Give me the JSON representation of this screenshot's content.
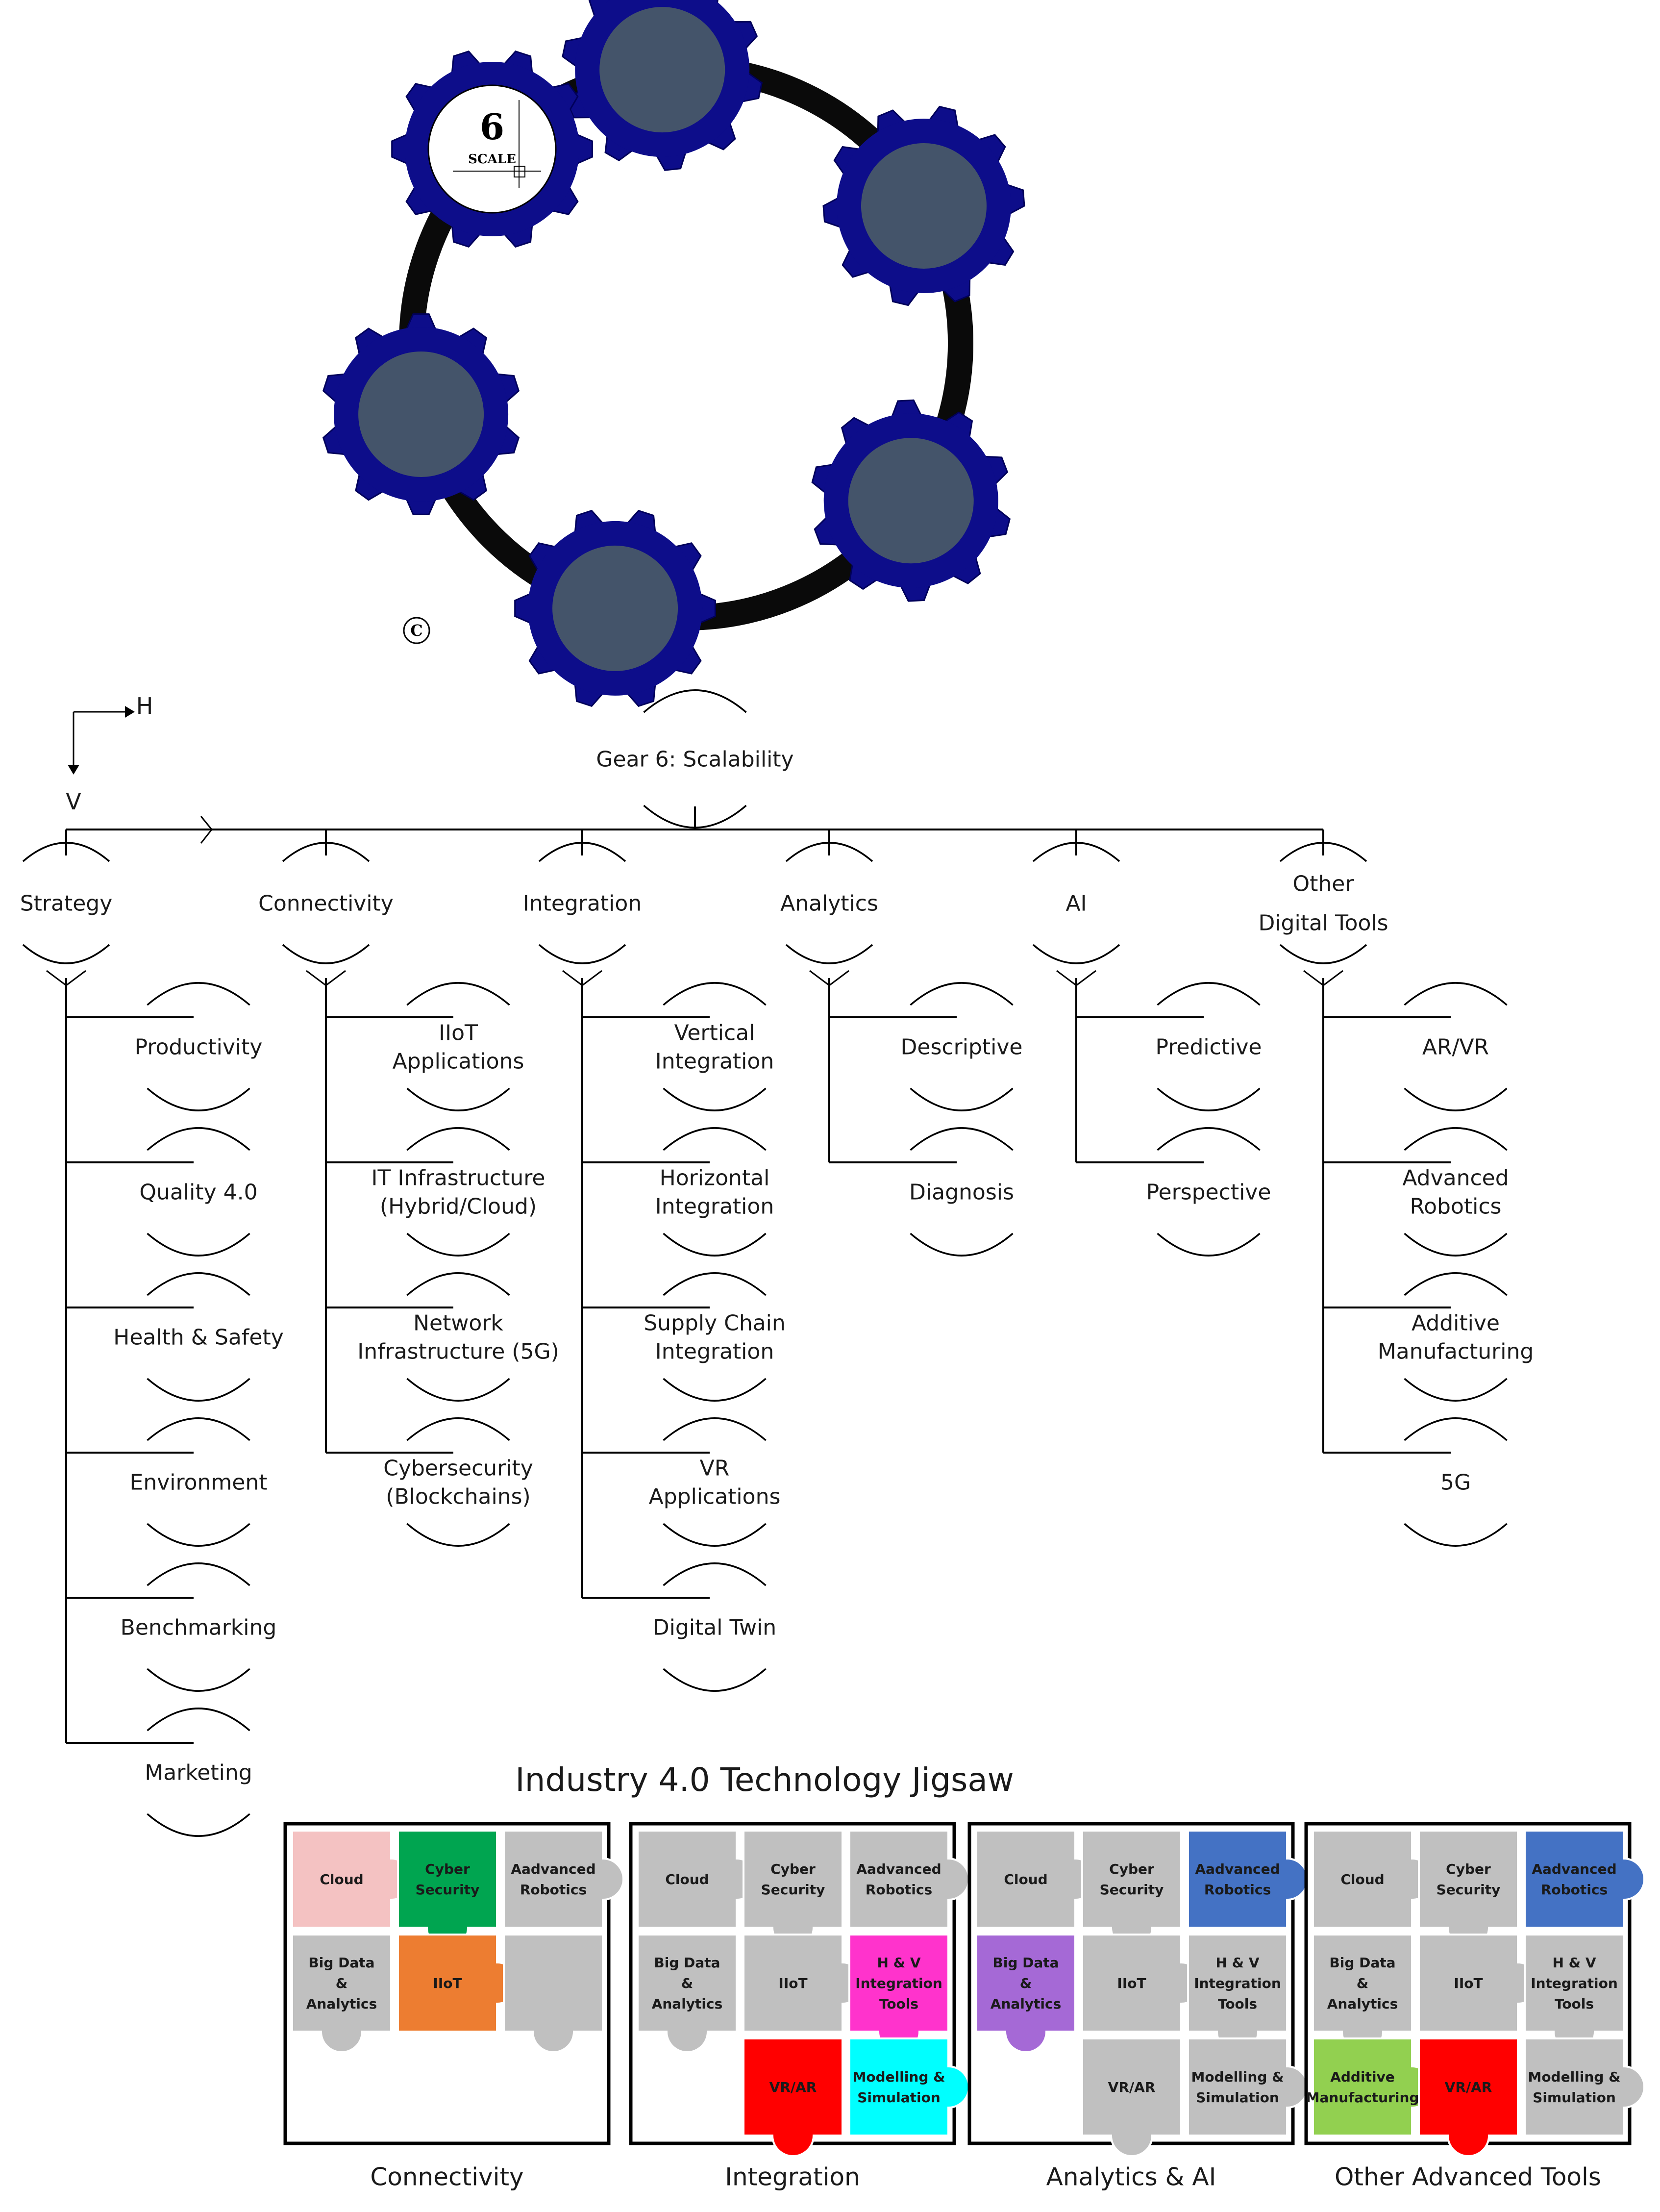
{
  "gears": {
    "badge_number": "6",
    "badge_text": "SCALE",
    "copyright_symbol": "C",
    "colors": {
      "gear": "#0d0d8a",
      "hub": "#44546a",
      "chain": "#0a0a0a",
      "badge": "#ffffff"
    }
  },
  "axes_legend": {
    "h": "H",
    "v": "V"
  },
  "tree": {
    "root": "Gear 6: Scalability",
    "columns": [
      {
        "name": "Strategy",
        "items": [
          "Productivity",
          "Quality 4.0",
          "Health & Safety",
          "Environment",
          "Benchmarking",
          "Marketing"
        ]
      },
      {
        "name": "Connectivity",
        "items": [
          "IIoT\nApplications",
          "IT Infrastructure\n(Hybrid/Cloud)",
          "Network\nInfrastructure (5G)",
          "Cybersecurity\n(Blockchains)"
        ]
      },
      {
        "name": "Integration",
        "items": [
          "Vertical\nIntegration",
          "Horizontal\nIntegration",
          "Supply Chain\nIntegration",
          "VR\nApplications",
          "Digital Twin"
        ]
      },
      {
        "name": "Analytics",
        "items": [
          "Descriptive",
          "Diagnosis"
        ]
      },
      {
        "name": "AI",
        "items": [
          "Predictive",
          "Perspective"
        ]
      },
      {
        "name": "Other\nDigital Tools",
        "items": [
          "AR/VR",
          "Advanced\nRobotics",
          "Additive\nManufacturing",
          "5G"
        ]
      }
    ]
  },
  "jigsaw": {
    "title": "Industry 4.0 Technology Jigsaw",
    "panels": [
      {
        "caption": "Connectivity",
        "pieces": [
          {
            "label": "Cloud",
            "color": "#f4c2c2"
          },
          {
            "label": "Cyber\nSecurity",
            "color": "#00a550"
          },
          {
            "label": "Aadvanced\nRobotics",
            "color": "#c0c0c0"
          },
          {
            "label": "Big Data\n&\nAnalytics",
            "color": "#c0c0c0"
          },
          {
            "label": "IIoT",
            "color": "#ed7d31"
          },
          {
            "label": "",
            "color": "#c0c0c0"
          }
        ]
      },
      {
        "caption": "Integration",
        "pieces": [
          {
            "label": "Cloud",
            "color": "#c0c0c0"
          },
          {
            "label": "Cyber\nSecurity",
            "color": "#c0c0c0"
          },
          {
            "label": "Aadvanced\nRobotics",
            "color": "#c0c0c0"
          },
          {
            "label": "Big Data\n&\nAnalytics",
            "color": "#c0c0c0"
          },
          {
            "label": "IIoT",
            "color": "#c0c0c0"
          },
          {
            "label": "H & V\nIntegration\nTools",
            "color": "#ff33cc"
          },
          {
            "label": "VR/AR",
            "color": "#ff0000"
          },
          {
            "label": "Modelling &\nSimulation",
            "color": "#00ffff"
          }
        ]
      },
      {
        "caption": "Analytics & AI",
        "pieces": [
          {
            "label": "Cloud",
            "color": "#c0c0c0"
          },
          {
            "label": "Cyber\nSecurity",
            "color": "#c0c0c0"
          },
          {
            "label": "Aadvanced\nRobotics",
            "color": "#4472c4"
          },
          {
            "label": "Big Data\n&\nAnalytics",
            "color": "#a569d6"
          },
          {
            "label": "IIoT",
            "color": "#c0c0c0"
          },
          {
            "label": "H & V\nIntegration\nTools",
            "color": "#c0c0c0"
          },
          {
            "label": "VR/AR",
            "color": "#c0c0c0"
          },
          {
            "label": "Modelling &\nSimulation",
            "color": "#c0c0c0"
          }
        ]
      },
      {
        "caption": "Other Advanced Tools",
        "pieces": [
          {
            "label": "Cloud",
            "color": "#c0c0c0"
          },
          {
            "label": "Cyber\nSecurity",
            "color": "#c0c0c0"
          },
          {
            "label": "Aadvanced\nRobotics",
            "color": "#4472c4"
          },
          {
            "label": "Big Data\n&\nAnalytics",
            "color": "#c0c0c0"
          },
          {
            "label": "IIoT",
            "color": "#c0c0c0"
          },
          {
            "label": "H & V\nIntegration\nTools",
            "color": "#c0c0c0"
          },
          {
            "label": "Additive\nManufacturing",
            "color": "#92d050"
          },
          {
            "label": "VR/AR",
            "color": "#ff0000"
          },
          {
            "label": "Modelling &\nSimulation",
            "color": "#c0c0c0"
          }
        ]
      }
    ]
  }
}
